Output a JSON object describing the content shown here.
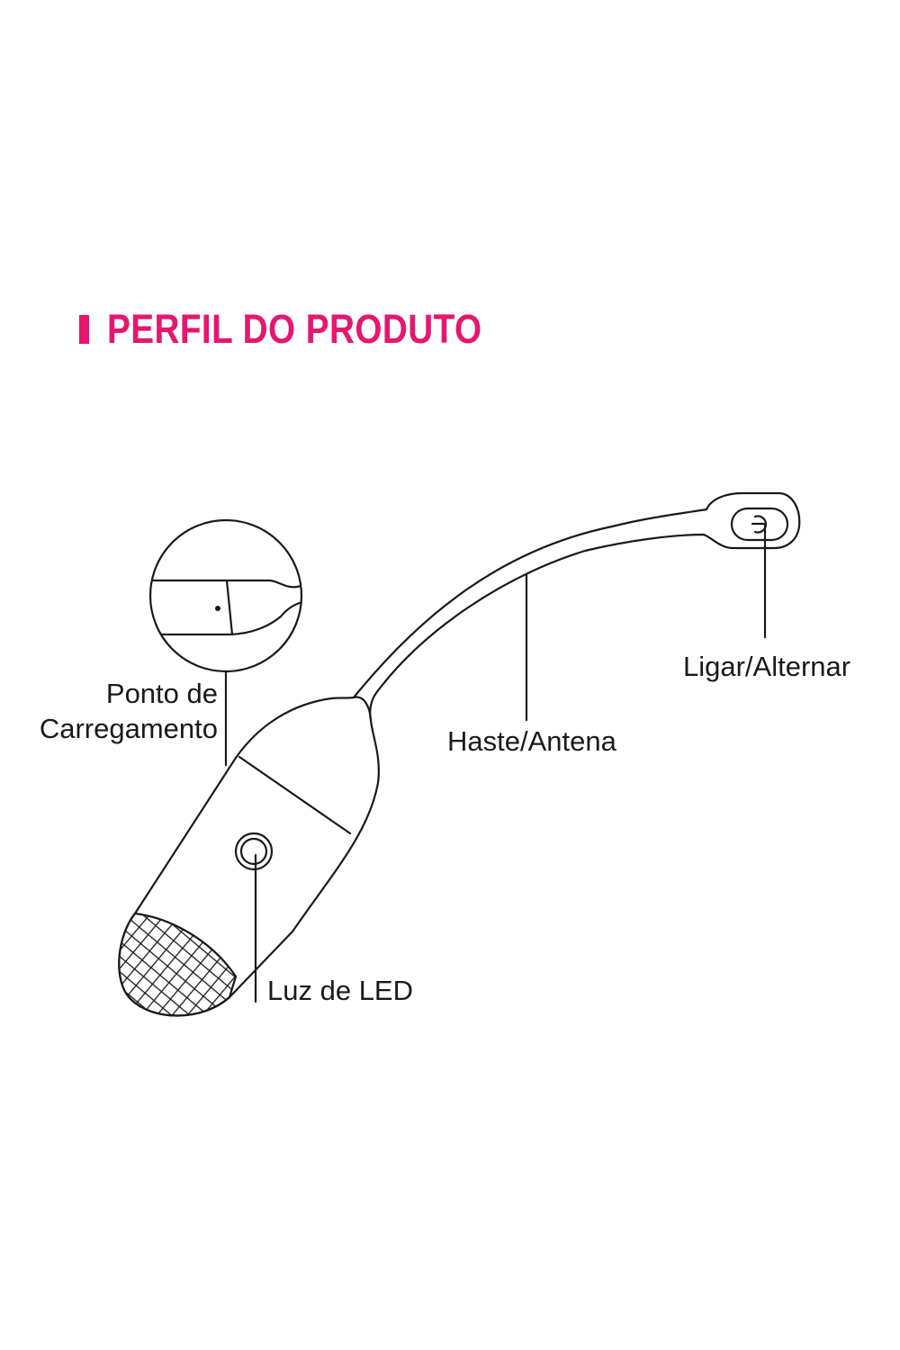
{
  "header": {
    "title": "PERFIL DO PRODUTO",
    "accent_color": "#e5176f"
  },
  "callouts": {
    "charging_line1": "Ponto de",
    "charging_line2": "Carregamento",
    "power": "Ligar/Alternar",
    "antenna": "Haste/Antena",
    "led": "Luz de LED"
  },
  "colors": {
    "stroke": "#1a1a1a",
    "background": "#ffffff"
  },
  "icons": [
    "power-icon",
    "led-light-icon",
    "charging-port-icon"
  ]
}
